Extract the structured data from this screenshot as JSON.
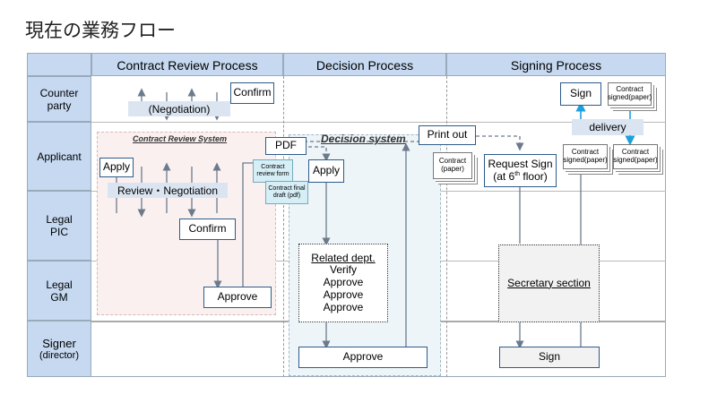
{
  "title": "現在の業務フロー",
  "columns": [
    "Contract Review Process",
    "Decision Process",
    "Signing Process"
  ],
  "rows": [
    "Counter\nparty",
    "Applicant",
    "Legal\nPIC",
    "Legal\nGM",
    "Signer",
    "(director)"
  ],
  "review": {
    "system_label": "Contract Review System",
    "negotiation": "(Negotiation)",
    "confirm_cp": "Confirm",
    "apply": "Apply",
    "review_negotiation": "Review・Negotiation",
    "confirm_pic": "Confirm",
    "approve_gm": "Approve",
    "pdf": "PDF",
    "doc_review_form": "Contract\nreview form",
    "doc_final_draft": "Contract final\ndraft (pdf)"
  },
  "decision": {
    "system_label": "Decision system",
    "apply": "Apply",
    "related_title": "Related  dept.",
    "related_items": [
      "Verify",
      "Approve",
      "Approve",
      "Approve"
    ],
    "approve_signer": "Approve"
  },
  "signing": {
    "print_out": "Print out",
    "contract_paper": "Contract\n(paper)",
    "request_sign_1": "Request Sign",
    "request_sign_2": "(at 6",
    "request_sign_sup": "th",
    "request_sign_3": " floor)",
    "sign_cp": "Sign",
    "signed_cp": "Contract\nsigned(paper)",
    "delivery": "delivery",
    "signed_app_1": "Contract\nsigned(paper)",
    "signed_app_2": "Contract\nsigned(paper)",
    "secretary": "Secretary  section",
    "sign_signer": "Sign"
  },
  "colors": {
    "header": "#c6d9f1",
    "band": "#dbe5f1",
    "box_border": "#2e5b8a",
    "arrow": "#6b7b8c",
    "delivery_arrow": "#1ea0dc"
  }
}
